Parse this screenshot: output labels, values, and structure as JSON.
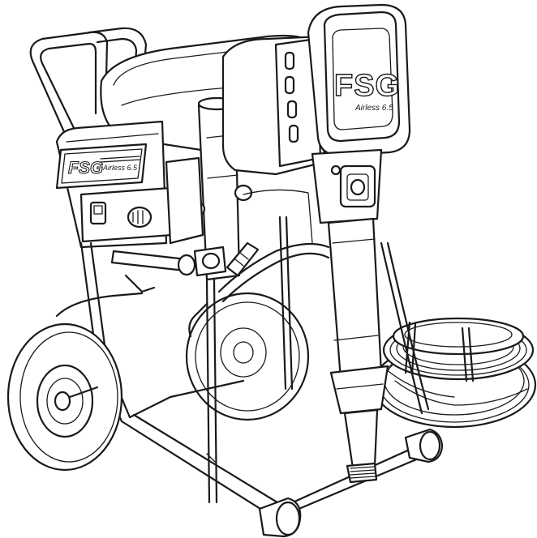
{
  "image": {
    "subject": "airless paint sprayer on wheeled cart",
    "style": "black line drawing on white background",
    "colors": {
      "line": "#1a1a1a",
      "background": "#ffffff"
    }
  },
  "labels": {
    "head_logo": "FSG",
    "head_model": "Airless 6.5",
    "side_logo": "FSG",
    "side_model": "Airless 6.5"
  }
}
